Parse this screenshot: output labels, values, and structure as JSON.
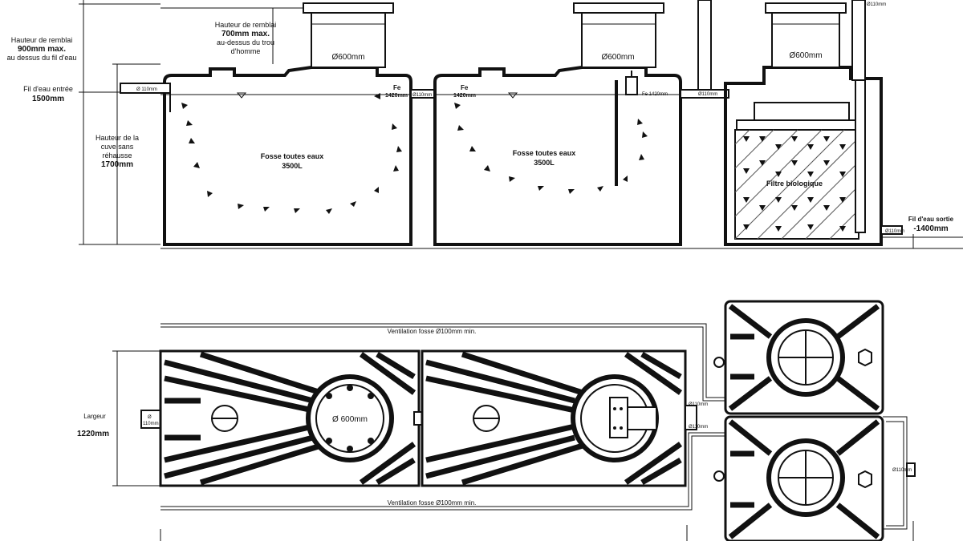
{
  "labels": {
    "remblai_left_1": "Hauteur de remblai",
    "remblai_left_2": "900mm max.",
    "remblai_left_3": "au dessus du fil d'eau",
    "fil_entree_1": "Fil d'eau entrée",
    "fil_entree_2": "1500mm",
    "hauteur_1": "Hauteur de la",
    "hauteur_2": "cuve sans",
    "hauteur_3": "réhausse",
    "hauteur_4": "1700mm",
    "remblai_top_1": "Hauteur de remblai",
    "remblai_top_2": "700mm max.",
    "remblai_top_3": "au-dessus du trou",
    "remblai_top_4": "d'homme",
    "d600": "Ø600mm",
    "d600_plan": "Ø 600mm",
    "d110": "Ø 110mm",
    "d110_b": "Ø110mm",
    "fe": "Fe",
    "fe_val": "1420mm",
    "fe_inline": "Fe 1420mm",
    "fosse_1": "Fosse toutes eaux",
    "fosse_2": "3500L",
    "filtre": "Filtre biologique",
    "sortie_1": "Fil d'eau sortie",
    "sortie_2": "-1400mm",
    "ventilation": "Ventilation fosse Ø100mm min.",
    "largeur": "Largeur",
    "largeur_val": "1220mm",
    "plan_d": "Ø",
    "plan_110": "110mm"
  }
}
